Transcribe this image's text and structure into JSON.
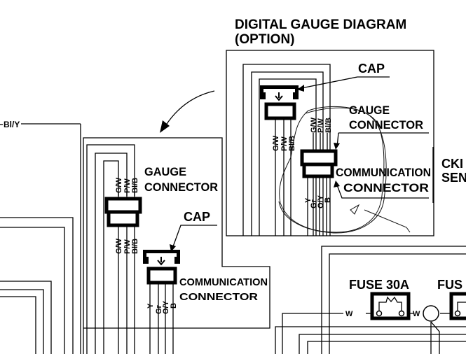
{
  "diagram": {
    "title_line1": "DIGITAL GAUGE DIAGRAM",
    "title_line2": "(OPTION)",
    "left_wire_label": "Bl/Y",
    "option_panel": {
      "cap_label": "CAP",
      "gauge_connector_line1": "GAUGE",
      "gauge_connector_line2": "CONNECTOR",
      "communication_connector_line1": "COMMUNICATION",
      "communication_connector_line2": "CONNECTOR",
      "cap_wires": [
        "G/W",
        "P/W",
        "Bl/B"
      ],
      "gauge_wires": [
        "G/W",
        "P/W",
        "Bl/B"
      ],
      "comm_wires": [
        "Y",
        "Gr",
        "O/Y",
        "B"
      ]
    },
    "main_panel": {
      "gauge_connector_line1": "GAUGE",
      "gauge_connector_line2": "CONNECTOR",
      "cap_label": "CAP",
      "communication_connector_line1": "COMMUNICATION",
      "communication_connector_line2": "CONNECTOR",
      "gauge_wires_top": [
        "G/W",
        "P/W",
        "Bl/B"
      ],
      "gauge_wires_bottom": [
        "G/W",
        "P/W",
        "Bl/B"
      ],
      "comm_wires": [
        "Y",
        "Gr",
        "O/Y",
        "B"
      ]
    },
    "ckp_sensor_line1": "CKI",
    "ckp_sensor_line2": "SEN",
    "fuse1_label": "FUSE 30A",
    "fuse2_label": "FUS",
    "fuse_wire_in": "W",
    "fuse_wire_out": "W",
    "annotation": "hand-drawn circle around option gauge connector"
  }
}
